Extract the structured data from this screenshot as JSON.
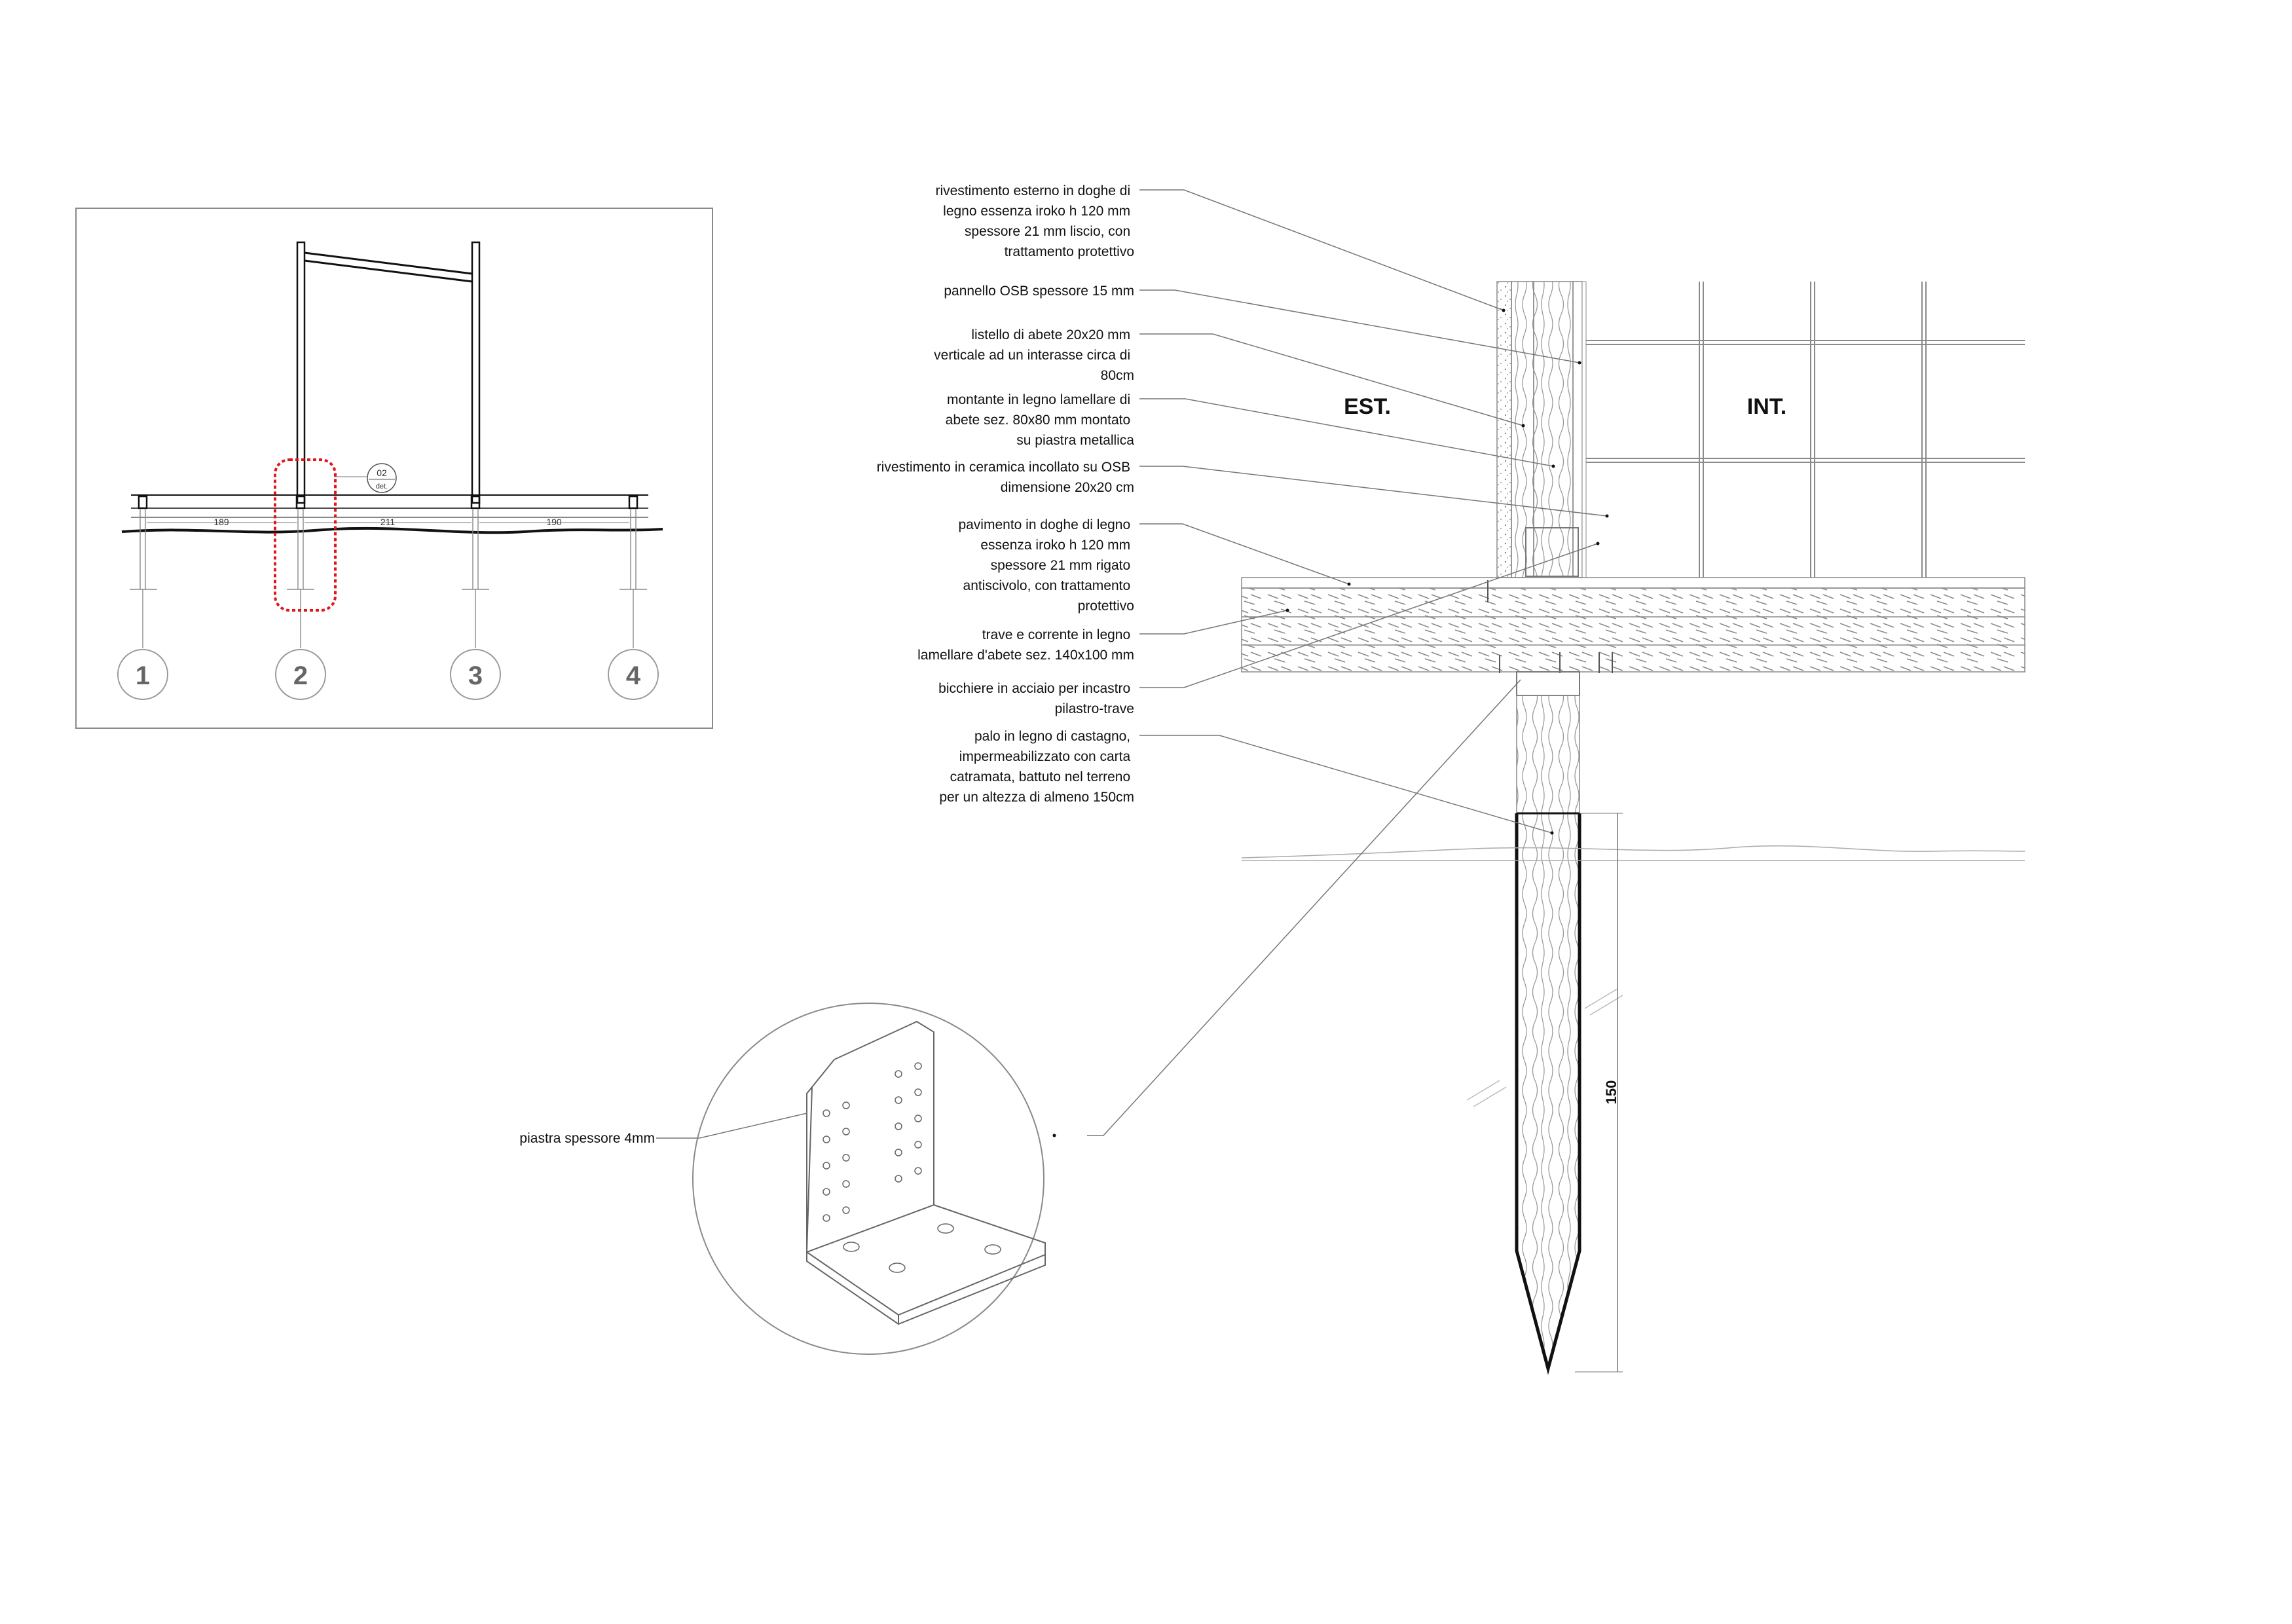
{
  "key_plan": {
    "axes": [
      "1",
      "2",
      "3",
      "4"
    ],
    "spans": [
      "189",
      "211",
      "190"
    ],
    "detail_ref": {
      "number": "02",
      "suffix": "det."
    }
  },
  "section": {
    "ext_label": "EST.",
    "int_label": "INT.",
    "depth_dim": "150"
  },
  "callouts": [
    {
      "lines": [
        "rivestimento esterno in doghe di",
        "legno essenza iroko h 120 mm",
        "spessore 21 mm liscio, con",
        "trattamento protettivo"
      ]
    },
    {
      "lines": [
        "pannello OSB spessore 15 mm"
      ]
    },
    {
      "lines": [
        "listello di abete 20x20 mm",
        "verticale ad un interasse circa di",
        "80cm"
      ]
    },
    {
      "lines": [
        "montante in legno lamellare di",
        "abete  sez. 80x80 mm montato",
        "su piastra metallica"
      ]
    },
    {
      "lines": [
        "rivestimento in ceramica incollato su OSB",
        "dimensione 20x20 cm"
      ]
    },
    {
      "lines": [
        "pavimento in doghe di legno",
        "essenza iroko h 120 mm",
        "spessore 21 mm rigato",
        "antiscivolo, con trattamento",
        "protettivo"
      ]
    },
    {
      "lines": [
        "trave e corrente in legno",
        "lamellare d'abete sez. 140x100 mm"
      ]
    },
    {
      "lines": [
        "bicchiere in acciaio per incastro",
        "pilastro-trave"
      ]
    },
    {
      "lines": [
        "palo in legno di castagno,",
        "impermeabilizzato con carta",
        "catramata, battuto nel terreno",
        "per un altezza di almeno 150cm"
      ]
    }
  ],
  "plate_detail": {
    "label": "piastra spessore 4mm"
  },
  "colors": {
    "ink": "#111111",
    "highlight": "#e0161b",
    "grey": "#8a8a8a"
  }
}
